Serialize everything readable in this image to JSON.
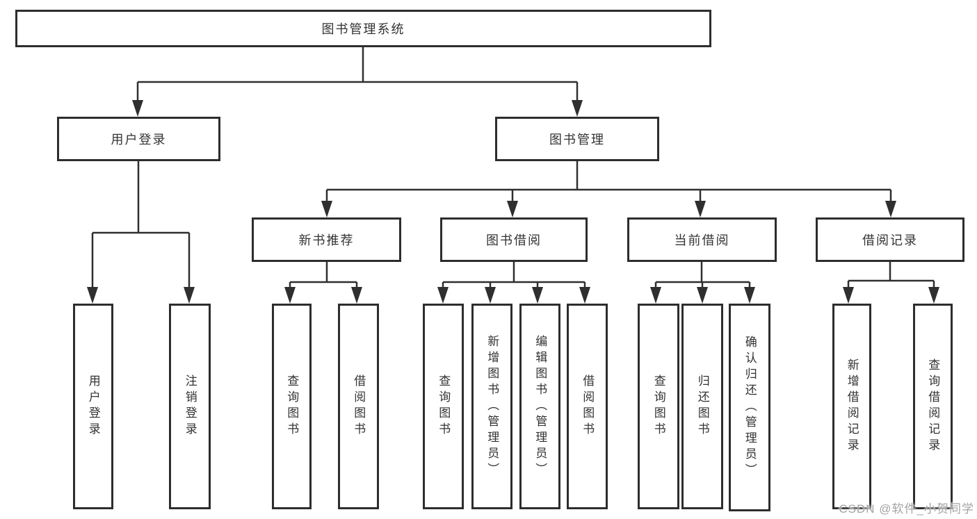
{
  "diagram": {
    "title": "图书管理系统",
    "line_color": "#2f2f2f",
    "text_color": "#333333",
    "nodes": [
      {
        "id": "root",
        "label": "图书管理系统",
        "parent": null
      },
      {
        "id": "user-login",
        "label": "用户登录",
        "parent": "root"
      },
      {
        "id": "book-management",
        "label": "图书管理",
        "parent": "root"
      },
      {
        "id": "user-login-leaf",
        "label": "用户登录",
        "parent": "user-login"
      },
      {
        "id": "logout-leaf",
        "label": "注销登录",
        "parent": "user-login"
      },
      {
        "id": "new-book-recommend",
        "label": "新书推荐",
        "parent": "book-management"
      },
      {
        "id": "book-borrowing",
        "label": "图书借阅",
        "parent": "book-management"
      },
      {
        "id": "current-borrowing",
        "label": "当前借阅",
        "parent": "book-management"
      },
      {
        "id": "borrowing-records",
        "label": "借阅记录",
        "parent": "book-management"
      },
      {
        "id": "nbr-query-books",
        "label": "查询图书",
        "parent": "new-book-recommend"
      },
      {
        "id": "nbr-borrow-books",
        "label": "借阅图书",
        "parent": "new-book-recommend"
      },
      {
        "id": "bb-query-books",
        "label": "查询图书",
        "parent": "book-borrowing"
      },
      {
        "id": "bb-add-books",
        "label": "新增图书（管理员）",
        "parent": "book-borrowing"
      },
      {
        "id": "bb-edit-books",
        "label": "编辑图书（管理员）",
        "parent": "book-borrowing"
      },
      {
        "id": "bb-borrow-books",
        "label": "借阅图书",
        "parent": "book-borrowing"
      },
      {
        "id": "cb-query-books",
        "label": "查询图书",
        "parent": "current-borrowing"
      },
      {
        "id": "cb-return-books",
        "label": "归还图书",
        "parent": "current-borrowing"
      },
      {
        "id": "cb-confirm-return",
        "label": "确认归还（管理员）",
        "parent": "current-borrowing"
      },
      {
        "id": "br-add-record",
        "label": "新增借阅记录",
        "parent": "borrowing-records"
      },
      {
        "id": "br-query-record",
        "label": "查询借阅记录",
        "parent": "borrowing-records"
      }
    ]
  },
  "watermark": {
    "text": "CSDN @软件_小贺同学",
    "color": "#a3a3a3"
  }
}
